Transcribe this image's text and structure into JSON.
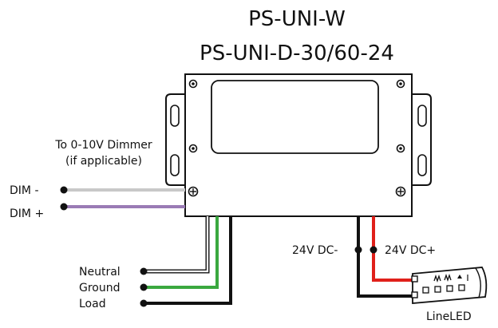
{
  "title": {
    "line1": "PS-UNI-W",
    "line2": "PS-UNI-D-30/60-24"
  },
  "labels": {
    "dimmer_line1": "To 0-10V Dimmer",
    "dimmer_line2": "(if applicable)",
    "dim_minus": "DIM -",
    "dim_plus": "DIM +",
    "neutral": "Neutral",
    "ground": "Ground",
    "load": "Load",
    "dc_minus": "24V DC-",
    "dc_plus": "24V DC+",
    "lineled": "LineLED"
  },
  "colors": {
    "dim_minus_wire": "#c8c8c8",
    "dim_plus_wire": "#9a7bb5",
    "ground_wire": "#3aa83f",
    "positive_wire": "#e0201a",
    "black_wire": "#111111"
  }
}
